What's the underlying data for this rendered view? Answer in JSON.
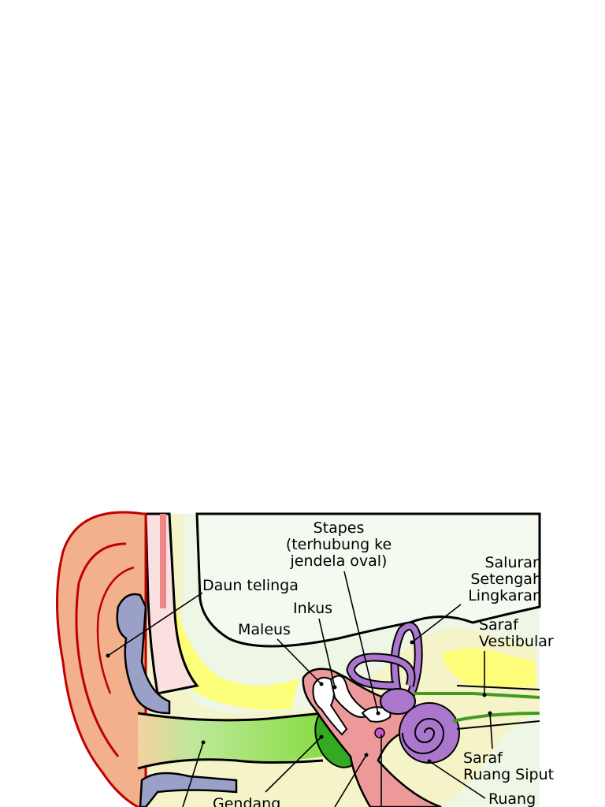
{
  "colors": {
    "outer_ear": "#f3b08c",
    "outer_ear_outline": "#c00000",
    "cartilage": "#9aa0c8",
    "bone": "#f5f3c8",
    "bone_yellow": "#ffff66",
    "canal": "#88dd44",
    "middle_ear": "#ee9999",
    "inner_ear": "#aa77cc",
    "nerve": "#449922",
    "background_tint": "#eef7e6"
  },
  "labels": {
    "stapes_line1": "Stapes",
    "stapes_line2": "(terhubung ke",
    "stapes_line3": "jendela oval)",
    "daun_telinga": "Daun telinga",
    "inkus": "Inkus",
    "maleus": "Maleus",
    "saluran_line1": "Saluran",
    "saluran_line2": "Setengah",
    "saluran_line3": "Lingkaran",
    "saraf_vest_line1": "Saraf",
    "saraf_vest_line2": "Vestibular",
    "saraf_ruang_line1": "Saraf",
    "saraf_ruang_line2": "Ruang Siput",
    "ruang": "Ruang",
    "gendang": "Gendang"
  }
}
